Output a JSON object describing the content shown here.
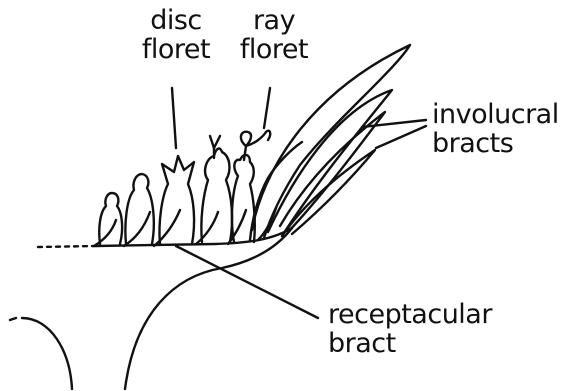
{
  "labels": {
    "disc_floret": [
      "disc",
      "floret"
    ],
    "ray_floret": [
      "ray",
      "floret"
    ],
    "involucral_bracts": [
      "involucral",
      "bracts"
    ],
    "receptacular_bract": [
      "receptacular",
      "bract"
    ]
  },
  "colors": {
    "ink": "#111111",
    "background": "#ffffff"
  }
}
